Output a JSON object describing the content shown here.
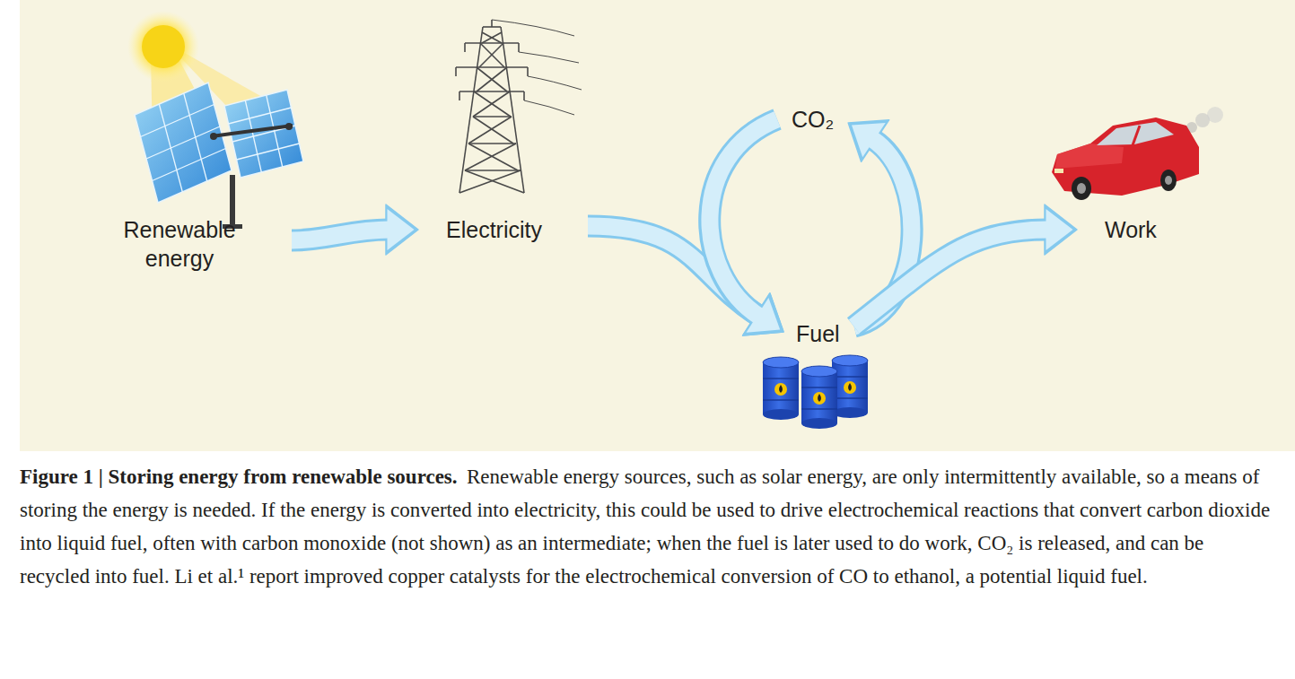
{
  "diagram": {
    "title": "Figure 1 | Storing energy from renewable sources.",
    "caption": "Renewable energy sources, such as solar energy, are only intermittently available, so a means of storing the energy is needed. If the energy is converted into electricity, this could be used to drive electrochemical reactions that convert carbon dioxide into liquid fuel, often with carbon monoxide (not shown) as an intermediate; when the fuel is later used to do work, CO₂ is released, and can be recycled into fuel. Li et al.¹ report improved copper catalysts for the electrochemical conversion of CO to ethanol, a potential liquid fuel.",
    "nodes": [
      {
        "text": [
          "Renewable energy"
        ]
      },
      {
        "text": [
          "Electricity"
        ]
      },
      {
        "text": [
          "CO₂"
        ]
      },
      {
        "text": [
          "Fuel"
        ]
      },
      {
        "text": [
          "Work"
        ]
      }
    ],
    "edges": [
      {
        "from": 0,
        "to": 1,
        "arrow": "to"
      },
      {
        "from": 1,
        "to": 3,
        "arrow": "to"
      },
      {
        "from": 2,
        "to": 3,
        "arrow": "to"
      },
      {
        "from": 3,
        "to": 2,
        "arrow": "to"
      },
      {
        "from": 3,
        "to": 4,
        "arrow": "to"
      }
    ]
  }
}
